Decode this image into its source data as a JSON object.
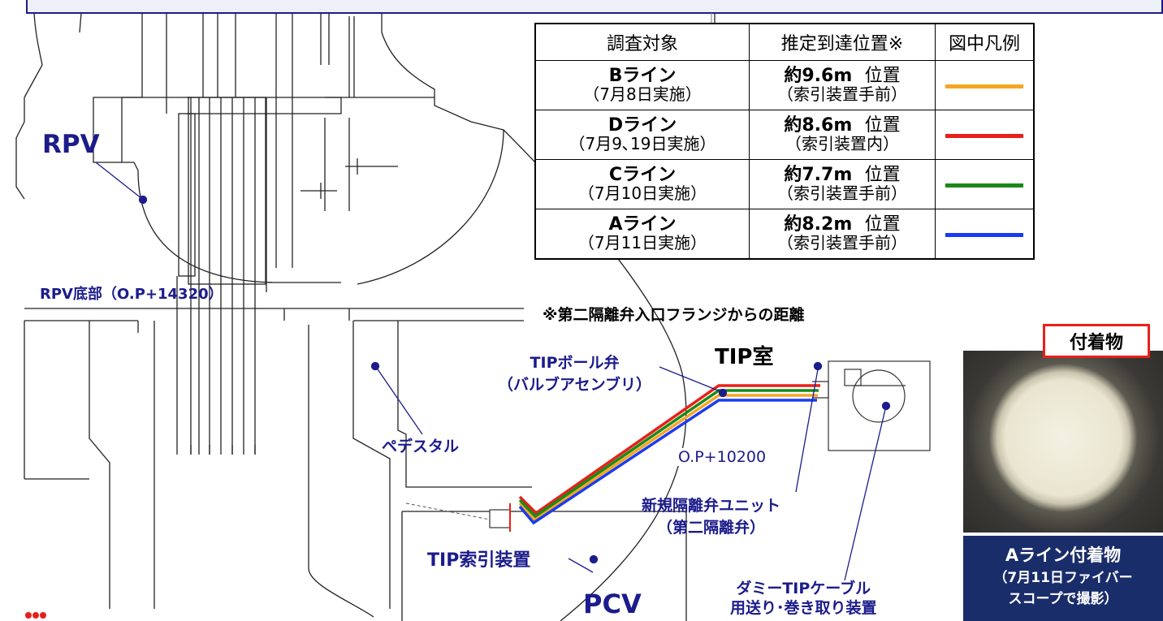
{
  "labels": {
    "rpv": "RPV",
    "rpv_bottom": "RPV底部（O.P+14320）",
    "pedestal": "ペデスタル",
    "tip_ball_valve": "TIPボール弁",
    "tip_ball_valve_sub": "（バルブアセンブリ）",
    "tip_room": "TIP室",
    "op_10200": "O.P+10200",
    "new_valve": "新規隔離弁ユニット",
    "new_valve_sub": "（第二隔離弁）",
    "tip_drive": "TIP索引装置",
    "pcv": "PCV",
    "dummy_cable": "ダミーTIPケーブル",
    "dummy_cable_sub": "用送り･巻き取り装置"
  },
  "table": {
    "headers": [
      "調査対象",
      "推定到達位置※",
      "図中凡例"
    ],
    "rows": [
      {
        "line": "Bライン",
        "date": "（7月8日実施）",
        "pos": "約9.6m",
        "pos_suffix": "位置",
        "pos_note": "（索引装置手前）",
        "color": "#f5a623"
      },
      {
        "line": "Dライン",
        "date": "（7月9､19日実施）",
        "pos": "約8.6m",
        "pos_suffix": "位置",
        "pos_note": "（索引装置内）",
        "color": "#e8201a"
      },
      {
        "line": "Cライン",
        "date": "（7月10日実施）",
        "pos": "約7.7m",
        "pos_suffix": "位置",
        "pos_note": "（索引装置手前）",
        "color": "#1a8a1a"
      },
      {
        "line": "Aライン",
        "date": "（7月11日実施）",
        "pos": "約8.2m",
        "pos_suffix": "位置",
        "pos_note": "（索引装置手前）",
        "color": "#1a3cf0"
      }
    ],
    "footnote": "※第二隔離弁入口フランジからの距離"
  },
  "photo": {
    "tag": "付着物",
    "caption_title": "Aライン付着物",
    "caption_line2": "（7月11日ファイバー",
    "caption_line3": "スコープで撮影）"
  }
}
